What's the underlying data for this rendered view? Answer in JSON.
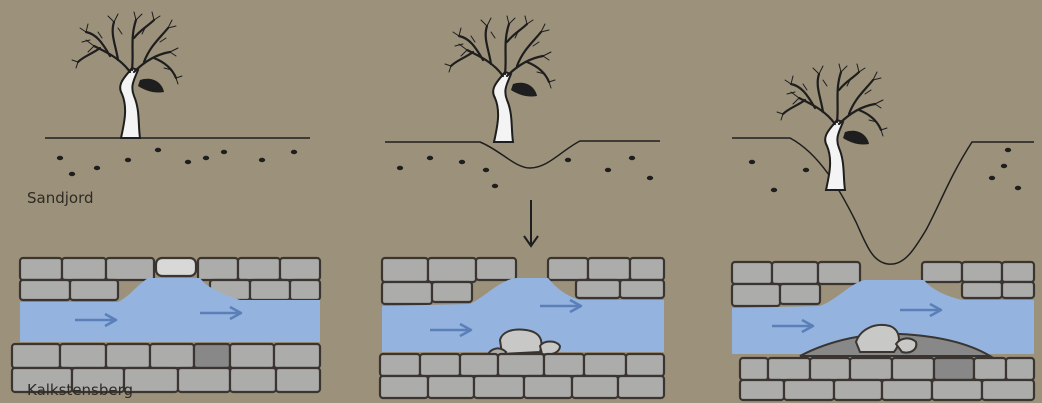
{
  "labels": {
    "soil": "Sandjord",
    "bedrock": "Kalkstensberg"
  },
  "colors": {
    "background": "#9c917a",
    "water": "#94b4df",
    "rock_light": "#c8c8c6",
    "rock_mid": "#acacab",
    "rock_dark": "#888888",
    "outline": "#3a3530",
    "arrow": "#5b7fb8",
    "tree": "#1e1e1e"
  },
  "panels": [
    {
      "stage": "intact surface above cave"
    },
    {
      "stage": "small subsidence; collapse begins"
    },
    {
      "stage": "large sinkhole; cave roof collapsed"
    }
  ],
  "icons": [
    "tree-icon",
    "arrow-down-icon",
    "flow-arrow-icon"
  ]
}
